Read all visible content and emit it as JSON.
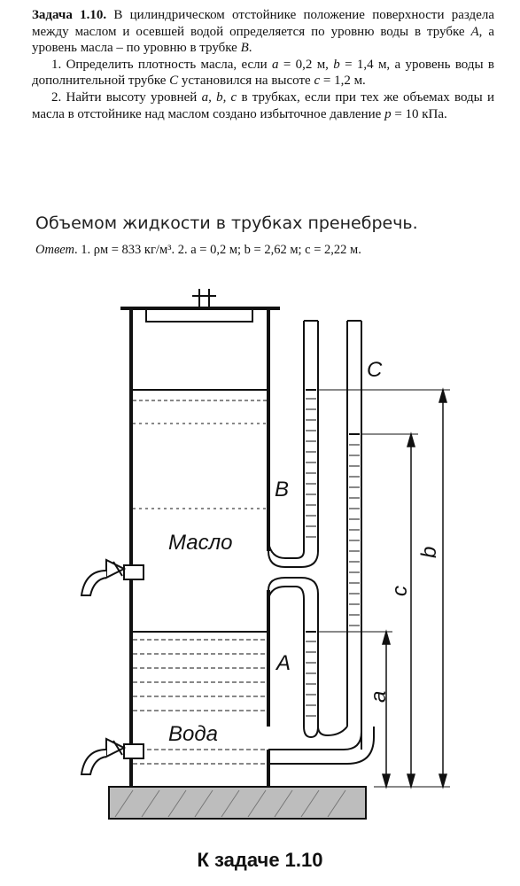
{
  "problem": {
    "title": "Задача 1.10.",
    "intro": " В цилиндрическом отстойнике положение поверхности раздела между маслом и осевшей водой определяется по уровню воды в трубке ",
    "intro_A": "A",
    "intro_mid": ", а уровень масла – по уровню в трубке ",
    "intro_B": "B",
    "intro_end": ".",
    "q1_start": "1. Определить плотность масла, если ",
    "q1_a": "a",
    "q1_mid1": " = 0,2 м, ",
    "q1_b": "b",
    "q1_mid2": " = 1,4 м, а уровень воды в дополнительной трубке ",
    "q1_C": "C",
    "q1_mid3": " установился на высоте ",
    "q1_c": "c",
    "q1_end": " = 1,2 м.",
    "q2_start": "2. Найти высоту уровней ",
    "q2_vars": "a, b, c",
    "q2_mid": " в трубках, если при тех же объемах воды и масла в отстойнике над маслом создано избыточное давление ",
    "q2_p": "p",
    "q2_end": " = 10 кПа."
  },
  "note": "Объемом жидкости в трубках пренебречь.",
  "answer": {
    "label": "Ответ",
    "text": ". 1. ρм = 833 кг/м³. 2. a = 0,2 м; b = 2,62 м; c = 2,22 м."
  },
  "figure": {
    "label_oil": "Масло",
    "label_water": "Вода",
    "label_A": "A",
    "label_B": "B",
    "label_C": "C",
    "label_a": "a",
    "label_b": "b",
    "label_c": "c"
  },
  "caption": "К задаче 1.10"
}
